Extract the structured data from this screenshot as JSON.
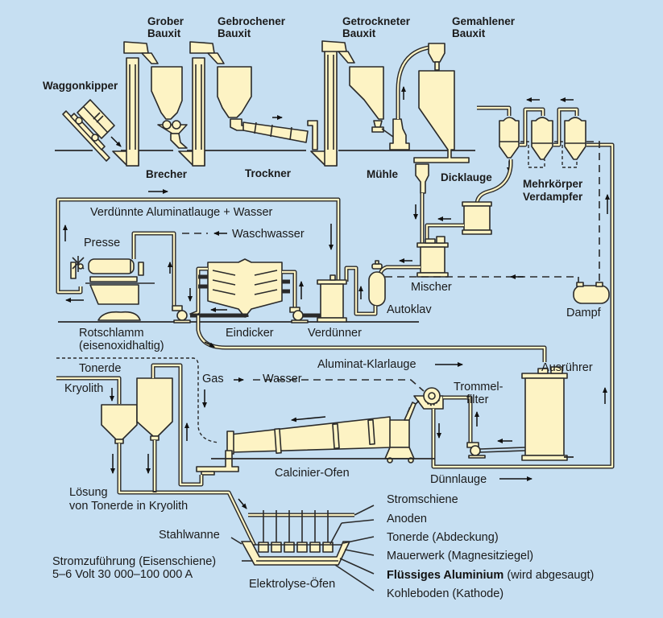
{
  "diagram": {
    "title": "Aluminium-Herstellung (Bayer-Verfahren und Schmelzflusselektrolyse)",
    "colors": {
      "background": "#c6dff2",
      "equipment": "#fdf3c4",
      "lines": "#2a2a2a"
    },
    "labels": {
      "waggonkipper": "Waggonkipper",
      "grober_bauxit_1": "Grober",
      "grober_bauxit_2": "Bauxit",
      "gebrochener_bauxit_1": "Gebrochener",
      "gebrochener_bauxit_2": "Bauxit",
      "getrockneter_bauxit_1": "Getrockneter",
      "getrockneter_bauxit_2": "Bauxit",
      "gemahlener_bauxit_1": "Gemahlener",
      "gemahlener_bauxit_2": "Bauxit",
      "brecher": "Brecher",
      "trockner": "Trockner",
      "muehle": "Mühle",
      "dicklauge": "Dicklauge",
      "mehrkoerper_1": "Mehrkörper",
      "mehrkoerper_2": "Verdampfer",
      "verduennte": "Verdünnte Aluminatlauge + Wasser",
      "waschwasser": "Waschwasser",
      "presse": "Presse",
      "mischer": "Mischer",
      "autoklav": "Autoklav",
      "dampf": "Dampf",
      "rotschlamm_1": "Rotschlamm",
      "rotschlamm_2": "(eisenoxidhaltig)",
      "eindicker": "Eindicker",
      "verduenner": "Verdünner",
      "aluminat_klarlauge": "Aluminat-Klarlauge",
      "ausruehrer": "Ausrührer",
      "tonerde": "Tonerde",
      "kryolith": "Kryolith",
      "gas": "Gas",
      "wasser": "Wasser",
      "trommelfilter_1": "Trommel-",
      "trommelfilter_2": "filter",
      "calcinier_ofen": "Calcinier-Ofen",
      "duennlauge": "Dünnlauge",
      "loesung_1": "Lösung",
      "loesung_2": "von Tonerde in Kryolith",
      "stahlwanne": "Stahlwanne",
      "stromzufuehrung_1": "Stromzuführung (Eisenschiene)",
      "stromzufuehrung_2": "5–6 Volt 30 000–100 000 A",
      "elektrolyse_oefen": "Elektrolyse-Öfen"
    },
    "legend": [
      {
        "bold": "",
        "text": "Stromschiene"
      },
      {
        "bold": "",
        "text": "Anoden"
      },
      {
        "bold": "",
        "text": "Tonerde (Abdeckung)"
      },
      {
        "bold": "",
        "text": "Mauerwerk (Magnesitziegel)"
      },
      {
        "bold": "Flüssiges Aluminium",
        "text": " (wird abgesaugt)"
      },
      {
        "bold": "",
        "text": "Kohleboden (Kathode)"
      }
    ]
  }
}
